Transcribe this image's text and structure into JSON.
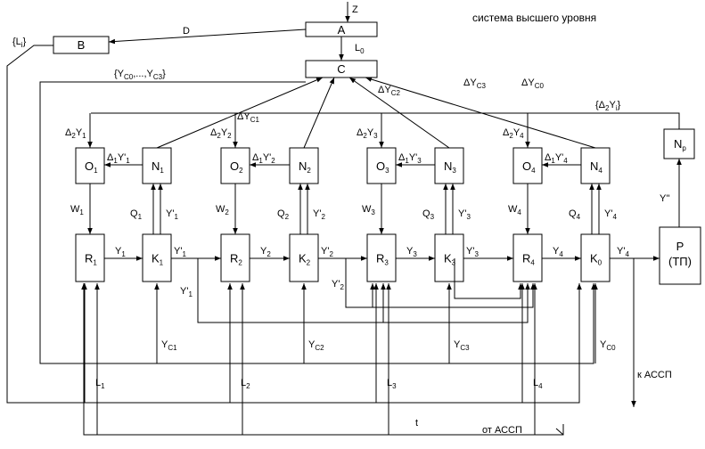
{
  "header": {
    "title": "система высшего уровня",
    "input_label": "Z"
  },
  "blocks": {
    "A": "A",
    "B": "B",
    "C": "C",
    "Np": {
      "base": "N",
      "sub": "р"
    },
    "P": {
      "line1": "Р",
      "line2": "(ТП)"
    },
    "O": [
      {
        "base": "O",
        "sub": "1"
      },
      {
        "base": "O",
        "sub": "2"
      },
      {
        "base": "O",
        "sub": "3"
      },
      {
        "base": "O",
        "sub": "4"
      }
    ],
    "N": [
      {
        "base": "N",
        "sub": "1"
      },
      {
        "base": "N",
        "sub": "2"
      },
      {
        "base": "N",
        "sub": "3"
      },
      {
        "base": "N",
        "sub": "4"
      }
    ],
    "R": [
      {
        "base": "R",
        "sub": "1"
      },
      {
        "base": "R",
        "sub": "2"
      },
      {
        "base": "R",
        "sub": "3"
      },
      {
        "base": "R",
        "sub": "4"
      }
    ],
    "K": [
      {
        "base": "K",
        "sub": "1"
      },
      {
        "base": "K",
        "sub": "2"
      },
      {
        "base": "K",
        "sub": "3"
      },
      {
        "base": "K",
        "sub": "0"
      }
    ]
  },
  "signals": {
    "D": "D",
    "L_set": "{L",
    "L_set_sub": "i",
    "L_set_close": "}",
    "L0": {
      "base": "L",
      "sub": "0"
    },
    "Yc_set": {
      "open": "{Y",
      "sub1": "C0",
      "mid": ",...,Y",
      "sub2": "C3",
      "close": "}"
    },
    "delta_Y_c": [
      {
        "base": "ΔY",
        "sub": "C1"
      },
      {
        "base": "ΔY",
        "sub": "C2"
      },
      {
        "base": "ΔY",
        "sub": "C3"
      },
      {
        "base": "ΔY",
        "sub": "C0"
      }
    ],
    "delta2_set": {
      "open": "{Δ",
      "sub1": "2",
      "mid": "Y",
      "sub2": "i",
      "close": "}"
    },
    "delta2_Y": [
      {
        "base": "Δ",
        "sub1": "2",
        "mid": "Y",
        "sub2": "1"
      },
      {
        "base": "Δ",
        "sub1": "2",
        "mid": "Y",
        "sub2": "2"
      },
      {
        "base": "Δ",
        "sub1": "2",
        "mid": "Y",
        "sub2": "3"
      },
      {
        "base": "Δ",
        "sub1": "2",
        "mid": "Y",
        "sub2": "4"
      }
    ],
    "delta1_Yp": [
      {
        "base": "Δ",
        "sub1": "1",
        "mid": "Y'",
        "sub2": "1"
      },
      {
        "base": "Δ",
        "sub1": "1",
        "mid": "Y'",
        "sub2": "2"
      },
      {
        "base": "Δ",
        "sub1": "1",
        "mid": "Y'",
        "sub2": "3"
      },
      {
        "base": "Δ",
        "sub1": "1",
        "mid": "Y'",
        "sub2": "4"
      }
    ],
    "W": [
      {
        "base": "W",
        "sub": "1"
      },
      {
        "base": "W",
        "sub": "2"
      },
      {
        "base": "W",
        "sub": "3"
      },
      {
        "base": "W",
        "sub": "4"
      }
    ],
    "Q": [
      {
        "base": "Q",
        "sub": "1"
      },
      {
        "base": "Q",
        "sub": "2"
      },
      {
        "base": "Q",
        "sub": "3"
      },
      {
        "base": "Q",
        "sub": "4"
      }
    ],
    "Yp_up": [
      {
        "base": "Y'",
        "sub": "1"
      },
      {
        "base": "Y'",
        "sub": "2"
      },
      {
        "base": "Y'",
        "sub": "3"
      },
      {
        "base": "Y'",
        "sub": "4"
      }
    ],
    "Y": [
      {
        "base": "Y",
        "sub": "1"
      },
      {
        "base": "Y",
        "sub": "2"
      },
      {
        "base": "Y",
        "sub": "3"
      },
      {
        "base": "Y",
        "sub": "4"
      }
    ],
    "Yp_out": [
      {
        "base": "Y'",
        "sub": "1"
      },
      {
        "base": "Y'",
        "sub": "2"
      },
      {
        "base": "Y'",
        "sub": "3"
      },
      {
        "base": "Y'",
        "sub": "4"
      }
    ],
    "Yp_fb1": {
      "base": "Y'",
      "sub": "1"
    },
    "Yp_fb2": {
      "base": "Y'",
      "sub": "2"
    },
    "Y_c": [
      {
        "base": "Y",
        "sub": "C1"
      },
      {
        "base": "Y",
        "sub": "C2"
      },
      {
        "base": "Y",
        "sub": "C3"
      },
      {
        "base": "Y",
        "sub": "C0"
      }
    ],
    "L": [
      {
        "base": "L",
        "sub": "1"
      },
      {
        "base": "L",
        "sub": "2"
      },
      {
        "base": "L",
        "sub": "3"
      },
      {
        "base": "L",
        "sub": "4"
      }
    ],
    "Ypp": "Y''",
    "t": "t",
    "to_assp": "к АССП",
    "from_assp": "от АССП"
  }
}
